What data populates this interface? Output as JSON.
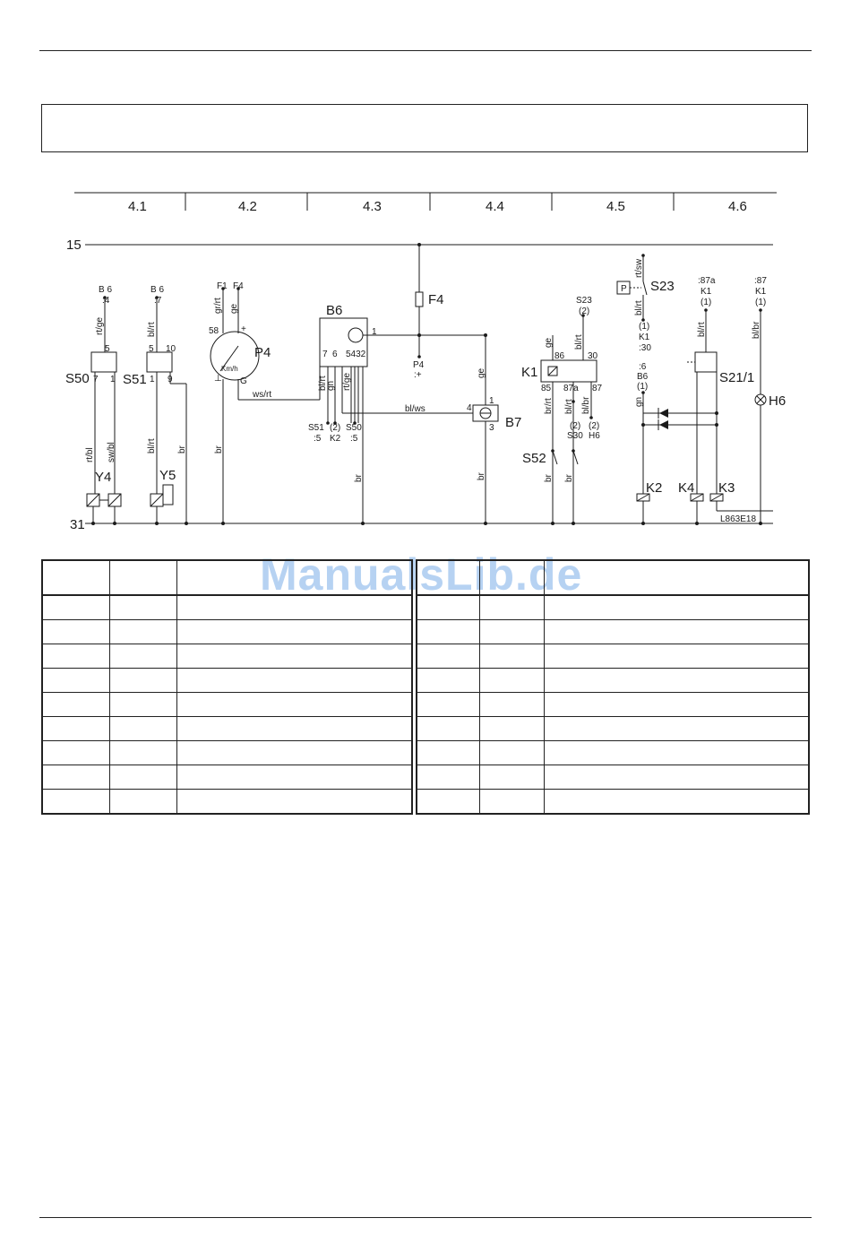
{
  "watermark": "ManualsLib.de",
  "ruler": [
    "4.1",
    "4.2",
    "4.3",
    "4.4",
    "4.5",
    "4.6"
  ],
  "rails": {
    "top": "15",
    "bottom": "31"
  },
  "components": {
    "S50": "S50",
    "S51": "S51",
    "P4": "P4",
    "B6": "B6",
    "F4": "F4",
    "B7": "B7",
    "K1": "K1",
    "S52": "S52",
    "S23": "S23",
    "S21_1": "S21/1",
    "H6": "H6",
    "Y4": "Y4",
    "Y5": "Y5",
    "K2": "K2",
    "K4": "K4",
    "K3": "K3"
  },
  "refs": {
    "b6_4_a": "B 6",
    "b6_4_b": ":4",
    "b6_7_a": "B 6",
    "b6_7_b": ":7",
    "f1": "F1",
    "f4": "F4",
    "p4_plus_a": "P4",
    "p4_plus_b": ":+",
    "s51_a": "S51",
    "s51_b": ":5",
    "k2_a": "(2)",
    "k2_b": "K2",
    "s50_a": "S50",
    "s50_b": ":5",
    "s23_a": "S23",
    "s23_b": "(2)",
    "s30_a": "(2)",
    "s30_b": "S30",
    "h6_a": "(2)",
    "h6_b": "H6",
    "k1_30_a": "(1)",
    "k1_30_b": "K1",
    "k1_30_c": ":30",
    "b6_6_a": ":6",
    "b6_6_b": "B6",
    "b6_6_c": "(1)",
    "k1_87a_a": ":87a",
    "k1_87a_b": "K1",
    "k1_87a_c": "(1)",
    "k1_87_a": ":87",
    "k1_87_b": "K1",
    "k1_87_c": "(1)",
    "doc_code": "L863E18"
  },
  "pins": {
    "s50_5": "5",
    "s50_7": "7",
    "s50_1": "1",
    "s51_5": "5",
    "s51_10": "10",
    "s51_1": "1",
    "s51_9": "9",
    "p4_58": "58",
    "p4_plus": "+",
    "p4_minus": "⊥",
    "p4_g": "G",
    "p4_unit": "Km/h",
    "b6_1": "1",
    "b6_7": "7",
    "b6_6": "6",
    "b6_5432": "5432",
    "b7_4": "4",
    "b7_1": "1",
    "b7_3": "3",
    "k1_86": "86",
    "k1_30": "30",
    "k1_85": "85",
    "k1_87a": "87a",
    "k1_87": "87",
    "s23_p": "P"
  },
  "wires": {
    "rtge": "rt/ge",
    "blrt": "bl/rt",
    "rtbl": "rt/bl",
    "swbl": "sw/bl",
    "br": "br",
    "grrt": "gr/rt",
    "ge": "ge",
    "wsrt": "ws/rt",
    "gn": "gn",
    "blws": "bl/ws",
    "brrt": "br/rt",
    "blbr": "bl/br",
    "rtsw": "rt/sw"
  },
  "legend": {
    "left_rows": [
      [
        "",
        "",
        ""
      ],
      [
        "",
        "",
        ""
      ],
      [
        "",
        "",
        ""
      ],
      [
        "",
        "",
        ""
      ],
      [
        "",
        "",
        ""
      ],
      [
        "",
        "",
        ""
      ],
      [
        "",
        "",
        ""
      ],
      [
        "",
        "",
        ""
      ],
      [
        "",
        "",
        ""
      ]
    ],
    "right_rows": [
      [
        "",
        "",
        ""
      ],
      [
        "",
        "",
        ""
      ],
      [
        "",
        "",
        ""
      ],
      [
        "",
        "",
        ""
      ],
      [
        "",
        "",
        ""
      ],
      [
        "",
        "",
        ""
      ],
      [
        "",
        "",
        ""
      ],
      [
        "",
        "",
        ""
      ],
      [
        "",
        "",
        ""
      ]
    ]
  }
}
